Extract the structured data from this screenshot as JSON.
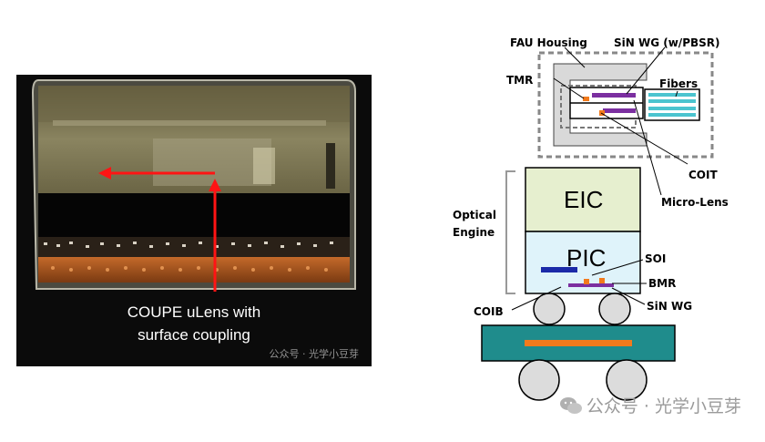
{
  "photo": {
    "caption_line1": "COUPE uLens with",
    "caption_line2": "surface coupling",
    "watermark": "公众号 · 光学小豆芽"
  },
  "diagram": {
    "labels": {
      "fau_housing": "FAU Housing",
      "sin_wg_pbsr": "SiN WG (w/PBSR)",
      "tmr": "TMR",
      "fibers": "Fibers",
      "coit": "COIT",
      "micro_lens": "Micro-Lens",
      "optical": "Optical",
      "engine": "Engine",
      "eic": "EIC",
      "pic": "PIC",
      "soi": "SOI",
      "bmr": "BMR",
      "coib": "COIB",
      "sin_wg": "SiN WG"
    },
    "colors": {
      "eic_fill": "#e6efcf",
      "pic_fill": "#dff3fa",
      "substrate": "#1f8c8c",
      "trace": "#f27a1c",
      "waveguide": "#7b2fa0",
      "soi": "#1b2aa8",
      "fiber": "#4bc4cf"
    }
  },
  "watermark": "公众号 · 光学小豆芽"
}
